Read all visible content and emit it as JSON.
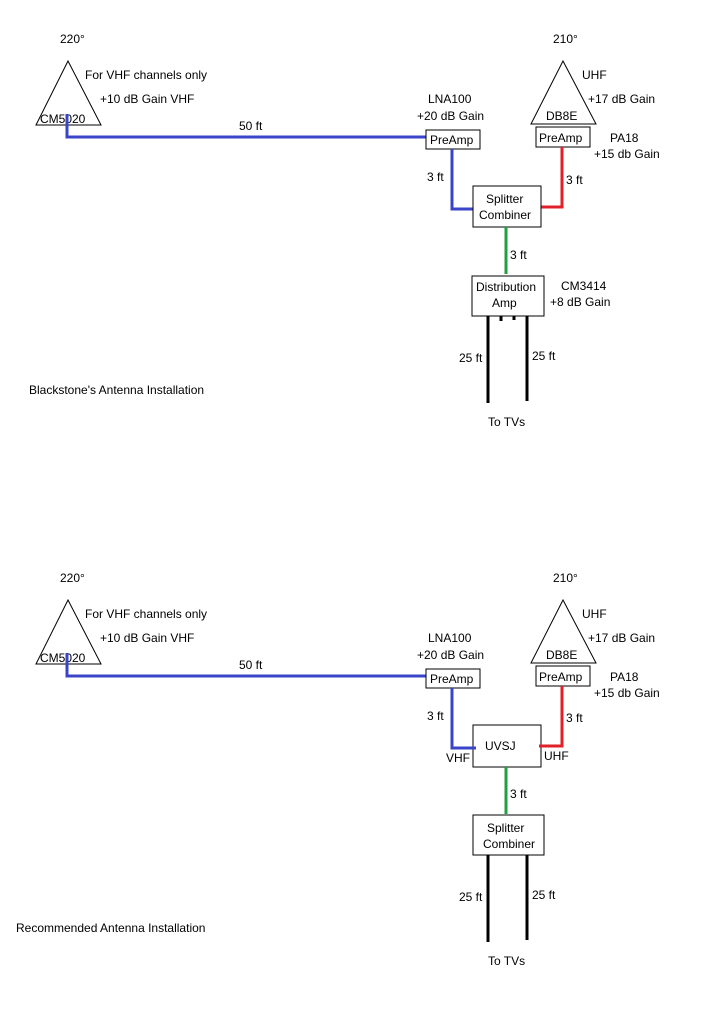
{
  "colors": {
    "vhf_cable": "#3a44c8",
    "uhf_cable": "#e0202a",
    "combined_cable": "#20a040",
    "tv_cable": "#000000"
  },
  "diagrams": [
    {
      "title": "Blackstone's Antenna Installation",
      "vhf_antenna": {
        "bearing": "220°",
        "model": "CM5020",
        "note1": "For VHF channels only",
        "note2": "+10 dB Gain VHF"
      },
      "uhf_antenna": {
        "bearing": "210°",
        "model": "DB8E",
        "note1": "UHF",
        "note2": "+17 dB Gain"
      },
      "vhf_preamp": {
        "label": "PreAmp",
        "model": "LNA100",
        "gain": "+20 dB Gain"
      },
      "uhf_preamp": {
        "label": "PreAmp",
        "model": "PA18",
        "gain": "+15 db Gain"
      },
      "cable_vhf_main": "50 ft",
      "cable_vhf_drop": "3 ft",
      "cable_uhf_drop": "3 ft",
      "combiner": {
        "line1": "Splitter",
        "line2": "Combiner"
      },
      "cable_combined": "3 ft",
      "dist_amp": {
        "line1": "Distribution",
        "line2": "Amp",
        "model": "CM3414",
        "gain": "+8 dB Gain"
      },
      "tv_cable_left": "25 ft",
      "tv_cable_right": "25 ft",
      "to_tvs": "To TVs"
    },
    {
      "title": "Recommended Antenna Installation",
      "vhf_antenna": {
        "bearing": "220°",
        "model": "CM5020",
        "note1": "For VHF channels only",
        "note2": "+10 dB Gain VHF"
      },
      "uhf_antenna": {
        "bearing": "210°",
        "model": "DB8E",
        "note1": "UHF",
        "note2": "+17 dB Gain"
      },
      "vhf_preamp": {
        "label": "PreAmp",
        "model": "LNA100",
        "gain": "+20 dB Gain"
      },
      "uhf_preamp": {
        "label": "PreAmp",
        "model": "PA18",
        "gain": "+15 db Gain"
      },
      "cable_vhf_main": "50 ft",
      "cable_vhf_drop": "3 ft",
      "cable_uhf_drop": "3 ft",
      "uvsj": {
        "label": "UVSJ",
        "vhf_port": "VHF",
        "uhf_port": "UHF"
      },
      "cable_combined": "3 ft",
      "splitter": {
        "line1": "Splitter",
        "line2": "Combiner"
      },
      "tv_cable_left": "25 ft",
      "tv_cable_right": "25 ft",
      "to_tvs": "To TVs"
    }
  ]
}
